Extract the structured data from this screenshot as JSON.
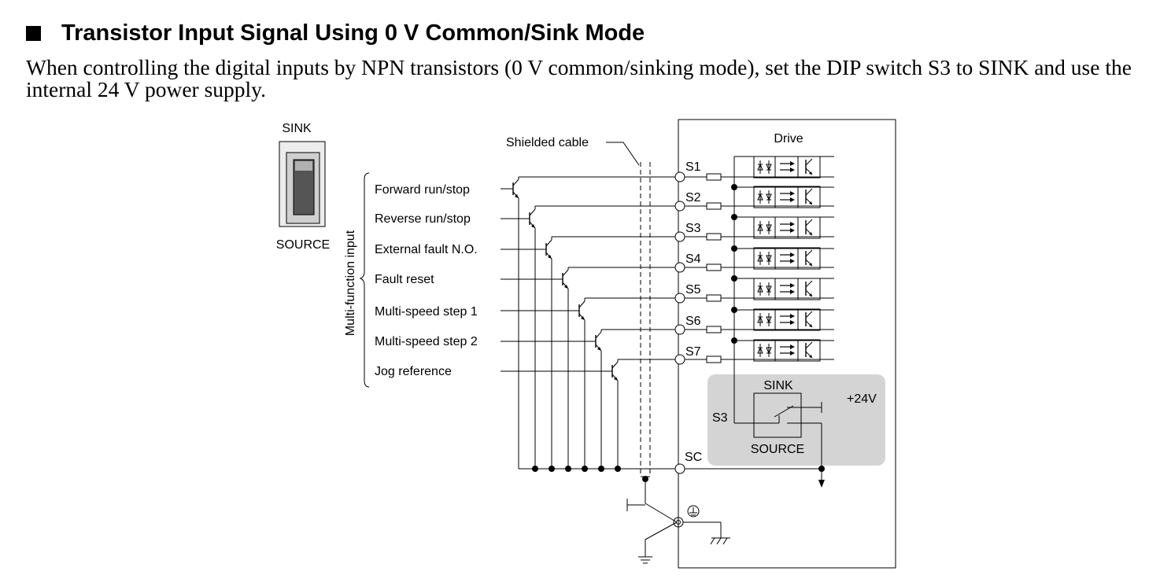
{
  "section": {
    "title": "Transistor Input Signal Using 0 V Common/Sink Mode",
    "description": "When controlling the digital inputs by NPN transistors (0 V common/sinking mode), set the DIP switch S3 to SINK and use the internal 24 V power supply."
  },
  "diagram": {
    "switch_top_label": "SINK",
    "switch_bottom_label": "SOURCE",
    "shielded_cable_label": "Shielded cable",
    "drive_label": "Drive",
    "group_label": "Multi-function input",
    "inputs": [
      {
        "label": "Forward run/stop",
        "terminal": "S1"
      },
      {
        "label": "Reverse run/stop",
        "terminal": "S2"
      },
      {
        "label": "External fault N.O.",
        "terminal": "S3"
      },
      {
        "label": "Fault reset",
        "terminal": "S4"
      },
      {
        "label": "Multi-speed step 1",
        "terminal": "S5"
      },
      {
        "label": "Multi-speed step 2",
        "terminal": "S6"
      },
      {
        "label": "Jog reference",
        "terminal": "S7"
      }
    ],
    "common_terminal": "SC",
    "dip_switch": {
      "name": "S3",
      "sink_label": "SINK",
      "source_label": "SOURCE",
      "supply_label": "+24V"
    },
    "colors": {
      "line": "#000000",
      "shade": "#d4d4d4",
      "switch_body": "#ececec",
      "switch_slider": "#555555"
    }
  }
}
